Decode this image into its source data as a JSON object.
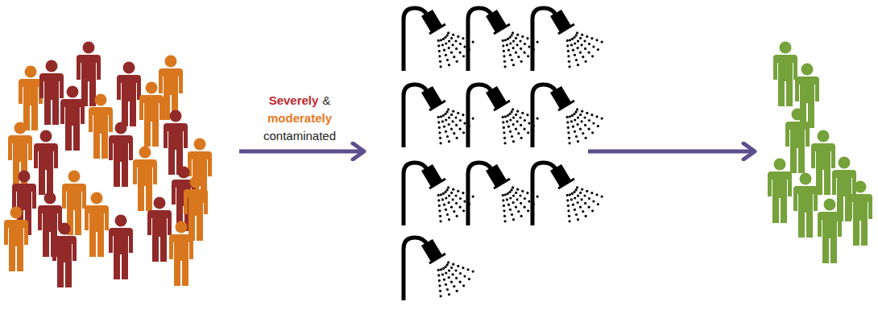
{
  "diagram": {
    "labels": [
      "Severely",
      "&",
      "moderately",
      "contaminated"
    ]
  }
}
